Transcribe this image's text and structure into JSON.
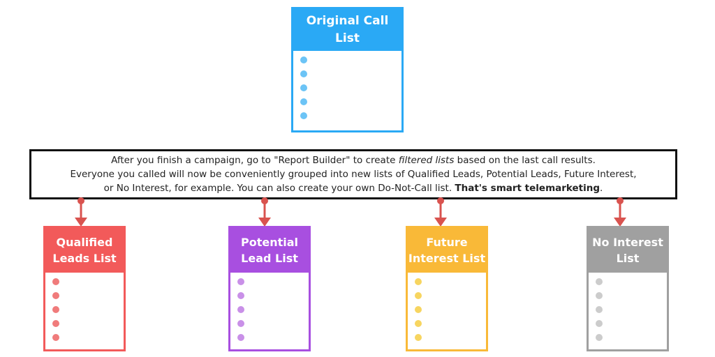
{
  "source": {
    "title": "Original Call List",
    "color": "#2aa9f5",
    "dot_color": "#6cc4f6",
    "item_count": 5
  },
  "note": {
    "line1_before": "After you finish a campaign, go to \"Report Builder\" to create ",
    "line1_italic": "filtered lists",
    "line1_after": " based on the last call results.",
    "line2": "Everyone you called will now be conveniently grouped into new lists of Qualified Leads, Potential Leads, Future Interest,",
    "line3_before": "or No Interest, for example. You can also create your own Do-Not-Call list. ",
    "line3_bold": "That's smart telemarketing",
    "line3_after": "."
  },
  "arrow_color": "#d9534f",
  "lists": [
    {
      "title_line1": "Qualified",
      "title_line2": "Leads List",
      "color": "#f25a5a",
      "dot_color": "#f07b7b"
    },
    {
      "title_line1": "Potential",
      "title_line2": "Lead List",
      "color": "#a84fe0",
      "dot_color": "#c990e8"
    },
    {
      "title_line1": "Future",
      "title_line2": "Interest List",
      "color": "#f9b938",
      "dot_color": "#f7d560"
    },
    {
      "title_line1": "No Interest",
      "title_line2": "List",
      "color": "#a0a0a0",
      "dot_color": "#cccccc"
    }
  ]
}
